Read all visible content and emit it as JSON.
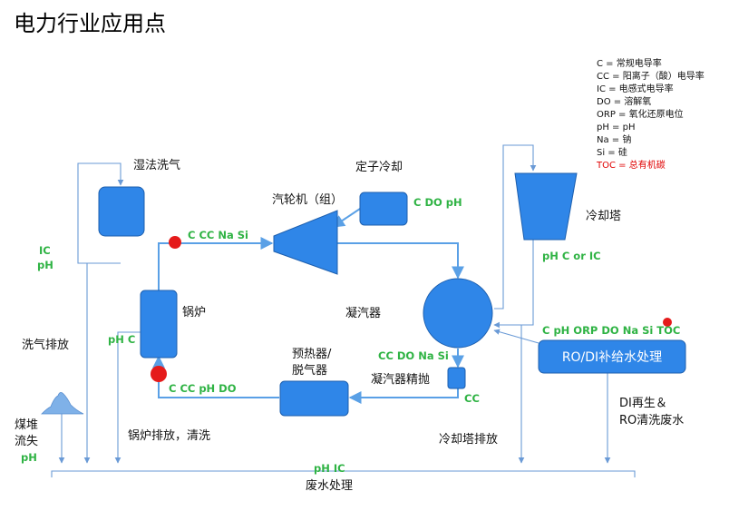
{
  "title": "电力行业应用点",
  "legend": [
    {
      "text": "C = 常规电导率",
      "color": "#111111"
    },
    {
      "text": "CC = 阳离子（酸）电导率",
      "color": "#111111"
    },
    {
      "text": "IC = 电感式电导率",
      "color": "#111111"
    },
    {
      "text": "DO = 溶解氧",
      "color": "#111111"
    },
    {
      "text": "ORP = 氧化还原电位",
      "color": "#111111"
    },
    {
      "text": "pH = pH",
      "color": "#111111"
    },
    {
      "text": "Na = 钠",
      "color": "#111111"
    },
    {
      "text": "Si = 硅",
      "color": "#111111"
    },
    {
      "text": "TOC = 总有机碳",
      "color": "#e00000"
    }
  ],
  "equipment": {
    "scrubber": "湿法洗气",
    "stator_cooling": "定子冷却",
    "turbine": "汽轮机（组）",
    "boiler": "锅炉",
    "condenser": "凝汽器",
    "cooling_tower": "冷却塔",
    "preheater_line1": "预热器/",
    "preheater_line2": "脱气器",
    "condensate_polisher": "凝汽器精抛",
    "ro_di": "RO/DI补给水处理",
    "coal_pile_line1": "煤堆",
    "coal_pile_line2": "流失"
  },
  "params": {
    "scrubber": "IC",
    "scrubber_2": "pH",
    "stator": "C  DO  pH",
    "turbine_inlet": "C  CC  Na  Si",
    "boiler_side": "pH  C",
    "boiler_inlet": "C  CC  pH  DO",
    "cooling_tower": "pH  C or IC",
    "condenser_out": "CC  DO  Na  Si",
    "polisher": "CC",
    "ro_di": "C  pH  ORP  DO  Na  Si  TOC",
    "coal_pile": "pH",
    "waste": "pH  IC"
  },
  "discharges": {
    "scrubber": "洗气排放",
    "boiler": "锅炉排放，清洗",
    "cooling_tower": "冷却塔排放",
    "di_line1": "DI再生＆",
    "di_line2": "RO清洗废水"
  },
  "waste_treatment": "废水处理"
}
